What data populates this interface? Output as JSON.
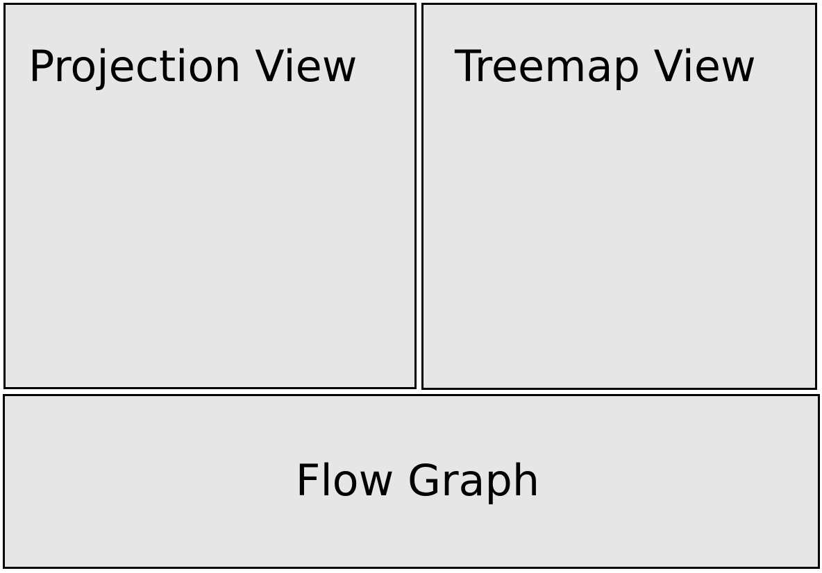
{
  "panels": {
    "projection": {
      "label": "Projection View"
    },
    "treemap": {
      "label": "Treemap View"
    },
    "flow": {
      "label": "Flow Graph"
    }
  },
  "colors": {
    "panel_fill": "#e6e6e6",
    "panel_border": "#000000",
    "text": "#000000",
    "background": "#ffffff"
  }
}
